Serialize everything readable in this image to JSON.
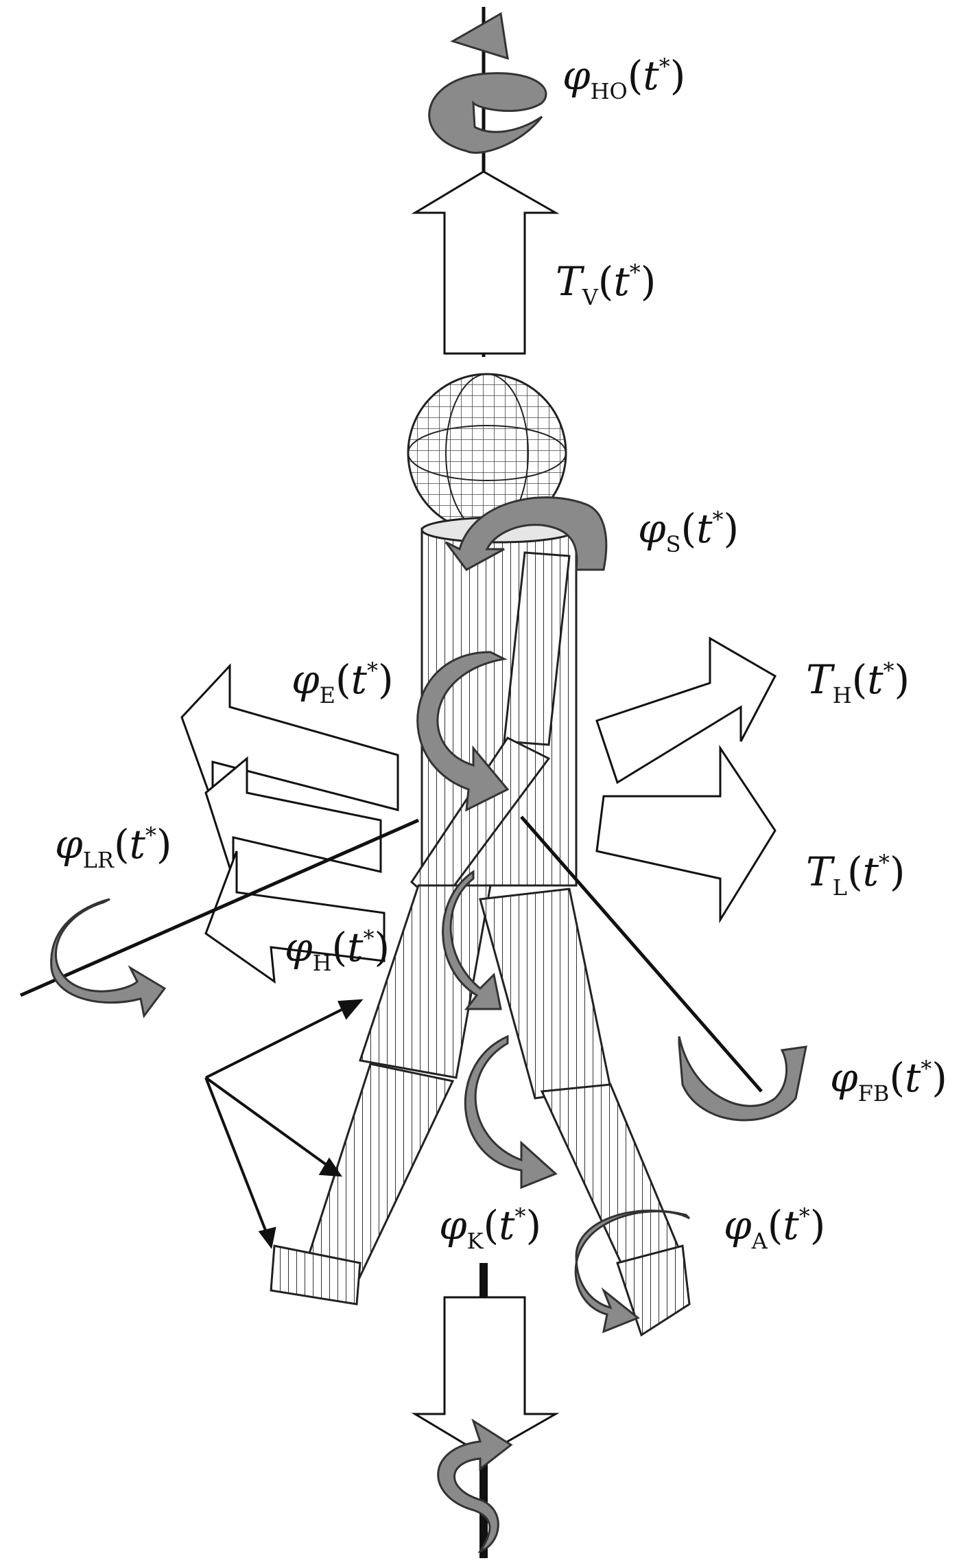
{
  "figure": {
    "labels": {
      "phi_HO": {
        "sym": "φ",
        "sub": "HO",
        "arg": "(",
        "t": "t",
        "star": "*",
        "close": ")"
      },
      "T_V": {
        "sym": "T",
        "sub": "V",
        "arg": "(",
        "t": "t",
        "star": "*",
        "close": ")"
      },
      "phi_S": {
        "sym": "φ",
        "sub": "S",
        "arg": "(",
        "t": "t",
        "star": "*",
        "close": ")"
      },
      "phi_E": {
        "sym": "φ",
        "sub": "E",
        "arg": "(",
        "t": "t",
        "star": "*",
        "close": ")"
      },
      "T_H": {
        "sym": "T",
        "sub": "H",
        "arg": "(",
        "t": "t",
        "star": "*",
        "close": ")"
      },
      "phi_LR": {
        "sym": "φ",
        "sub": "LR",
        "arg": "(",
        "t": "t",
        "star": "*",
        "close": ")"
      },
      "T_L": {
        "sym": "T",
        "sub": "L",
        "arg": "(",
        "t": "t",
        "star": "*",
        "close": ")"
      },
      "phi_H": {
        "sym": "φ",
        "sub": "H",
        "arg": "(",
        "t": "t",
        "star": "*",
        "close": ")"
      },
      "phi_FB": {
        "sym": "φ",
        "sub": "FB",
        "arg": "(",
        "t": "t",
        "star": "*",
        "close": ")"
      },
      "phi_K": {
        "sym": "φ",
        "sub": "K",
        "arg": "(",
        "t": "t",
        "star": "*",
        "close": ")"
      },
      "phi_A": {
        "sym": "φ",
        "sub": "A",
        "arg": "(",
        "t": "t",
        "star": "*",
        "close": ")"
      }
    },
    "colors": {
      "rotation_arrow": "#8a8a8a",
      "line": "#111111",
      "outline_arrow_fill": "#ffffff"
    }
  }
}
